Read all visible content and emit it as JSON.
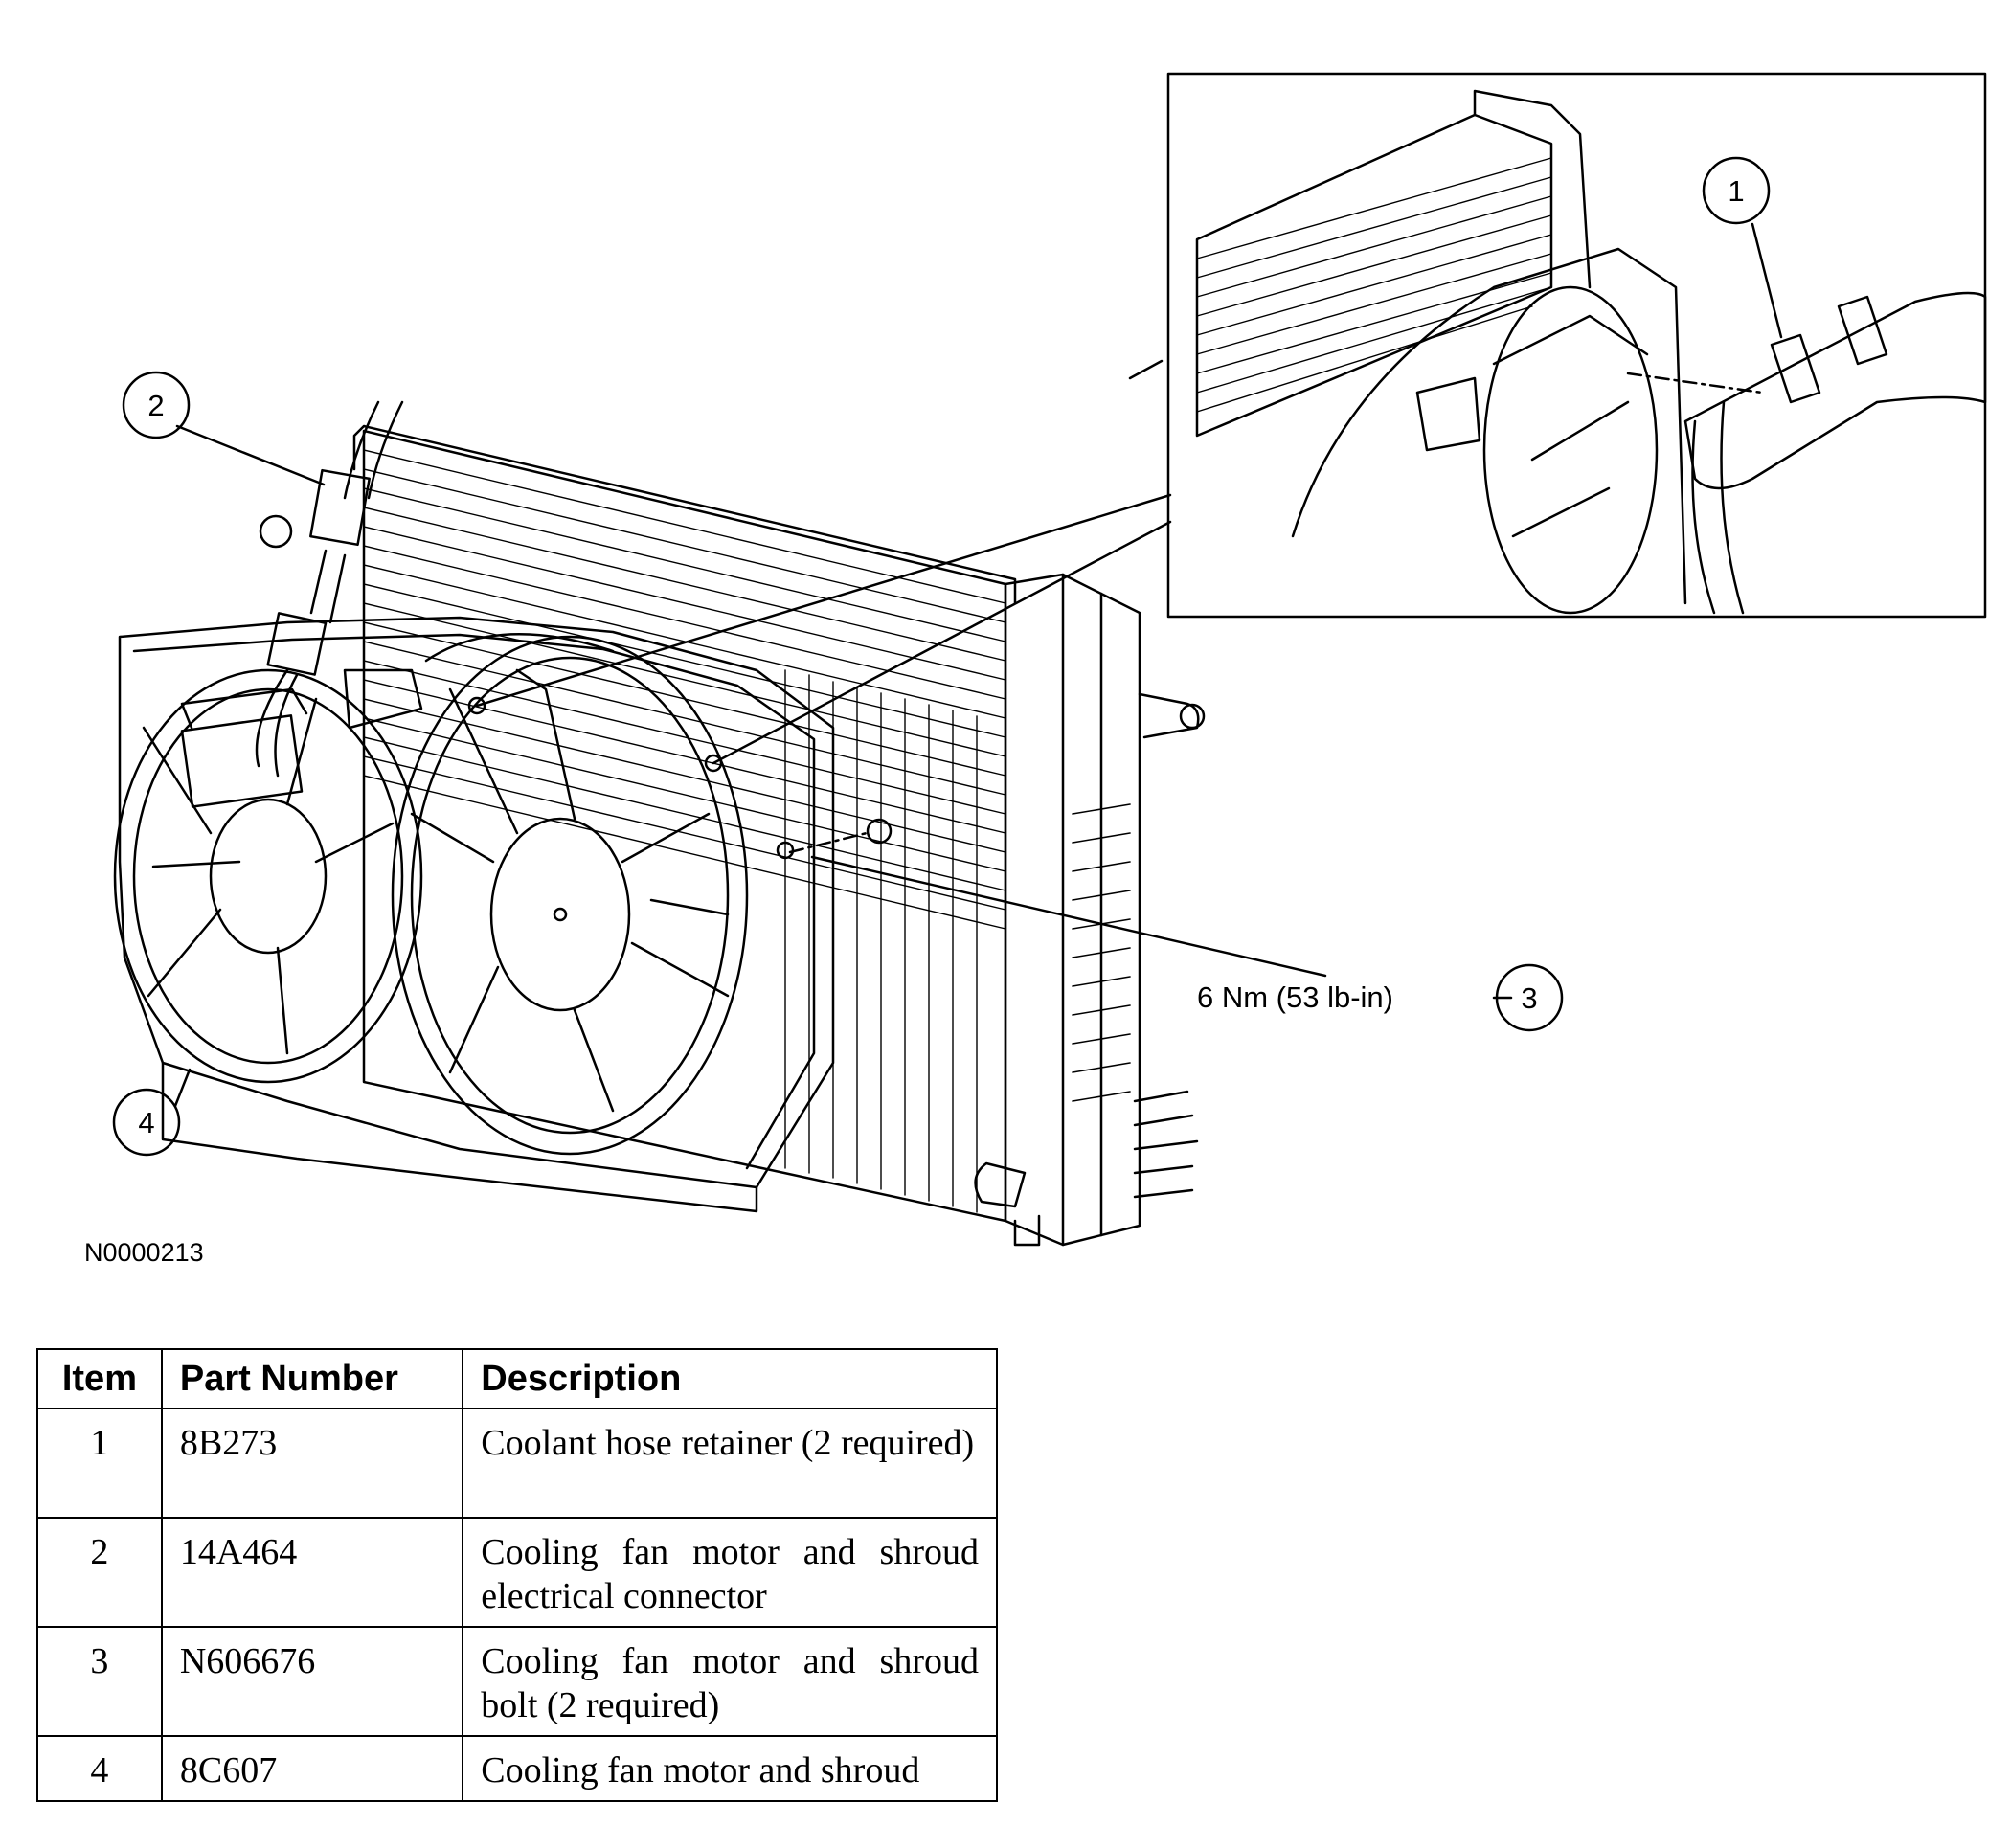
{
  "figure_id": "N0000213",
  "callouts": [
    {
      "number": "1"
    },
    {
      "number": "2"
    },
    {
      "number": "3",
      "label": "6 Nm (53 lb-in)"
    },
    {
      "number": "4"
    }
  ],
  "table": {
    "headers": {
      "item": "Item",
      "part_number": "Part Number",
      "description": "Description"
    },
    "rows": [
      {
        "item": "1",
        "part_number": "8B273",
        "description": "Coolant hose retainer (2 required)"
      },
      {
        "item": "2",
        "part_number": "14A464",
        "description": "Cooling fan motor and shroud electrical connector"
      },
      {
        "item": "3",
        "part_number": "N606676",
        "description": "Cooling fan motor and shroud bolt (2 required)"
      },
      {
        "item": "4",
        "part_number": "8C607",
        "description": "Cooling fan motor and shroud"
      }
    ]
  }
}
